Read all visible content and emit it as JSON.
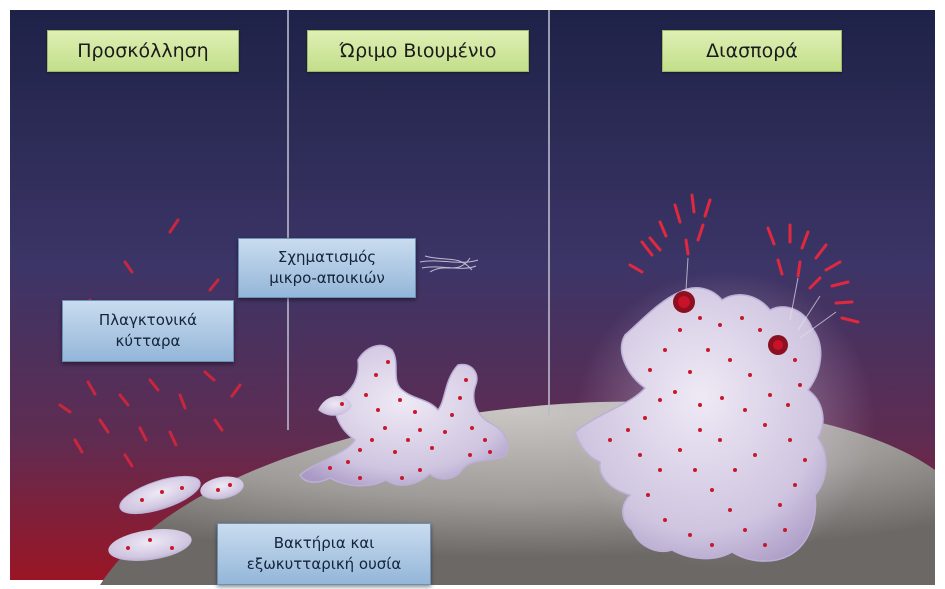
{
  "stages": [
    {
      "id": "attachment",
      "label": "Προσκόλληση"
    },
    {
      "id": "mature",
      "label": "Ώριμο Βιουμένιο"
    },
    {
      "id": "dispersal",
      "label": "Διασπορά"
    }
  ],
  "callouts": {
    "planktonic": {
      "line1": "Πλαγκτονικά",
      "line2": "κύτταρα"
    },
    "microcolonies": {
      "line1": "Σχηματισμός",
      "line2": "μικρο-αποικιών"
    },
    "bacteria_eps": {
      "line1": "Βακτήρια και",
      "line2": "εξωκυτταρική ουσία"
    }
  },
  "colors": {
    "background_top": "#1e2247",
    "background_mid": "#42386a",
    "background_bottom": "#8e1828",
    "surface": "#a9a5a1",
    "biofilm": "#d8d2e8",
    "bacteria": "#d2182d",
    "stage_label_bg": "#cfe6a0",
    "callout_bg": "#a9c6e4",
    "divider": "#b9b9c9"
  }
}
